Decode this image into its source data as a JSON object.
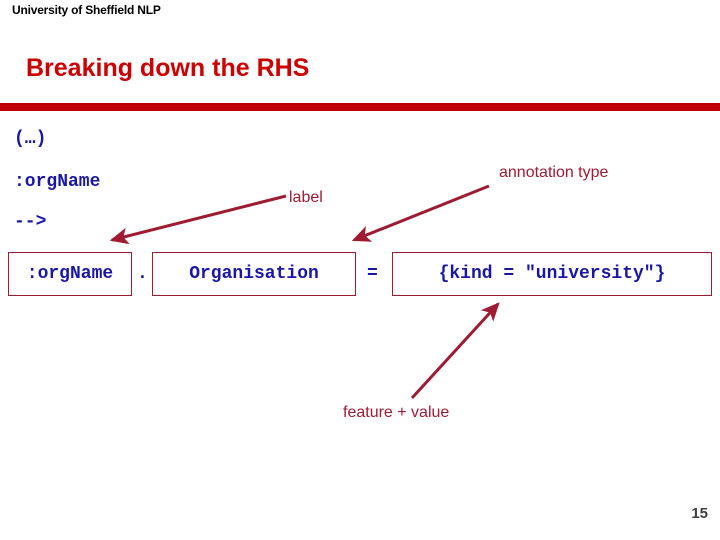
{
  "slide": {
    "brand": "University of Sheffield NLP",
    "title": "Breaking down the RHS",
    "page_number": "15",
    "colors": {
      "title_red": "#CC0000",
      "rule_red": "#C00000",
      "annotation_red": "#9E1B32",
      "code_blue": "#1A17A8",
      "page_gray": "#404040",
      "background": "#FFFFFF"
    }
  },
  "code_block": {
    "lines": [
      {
        "text": "(…)"
      },
      {
        "text": ":orgName"
      },
      {
        "text": "-->"
      }
    ]
  },
  "rhs": {
    "segments": [
      {
        "kind": "box",
        "text": ":orgName"
      },
      {
        "kind": "plain",
        "text": "."
      },
      {
        "kind": "box",
        "text": "Organisation"
      },
      {
        "kind": "plain",
        "text": "="
      },
      {
        "kind": "box",
        "text": "{kind = \"university\"}"
      }
    ]
  },
  "annotations": [
    {
      "id": "label",
      "text": "label"
    },
    {
      "id": "annotation",
      "text": "annotation type"
    },
    {
      "id": "featurevalue",
      "text": "feature + value"
    }
  ]
}
